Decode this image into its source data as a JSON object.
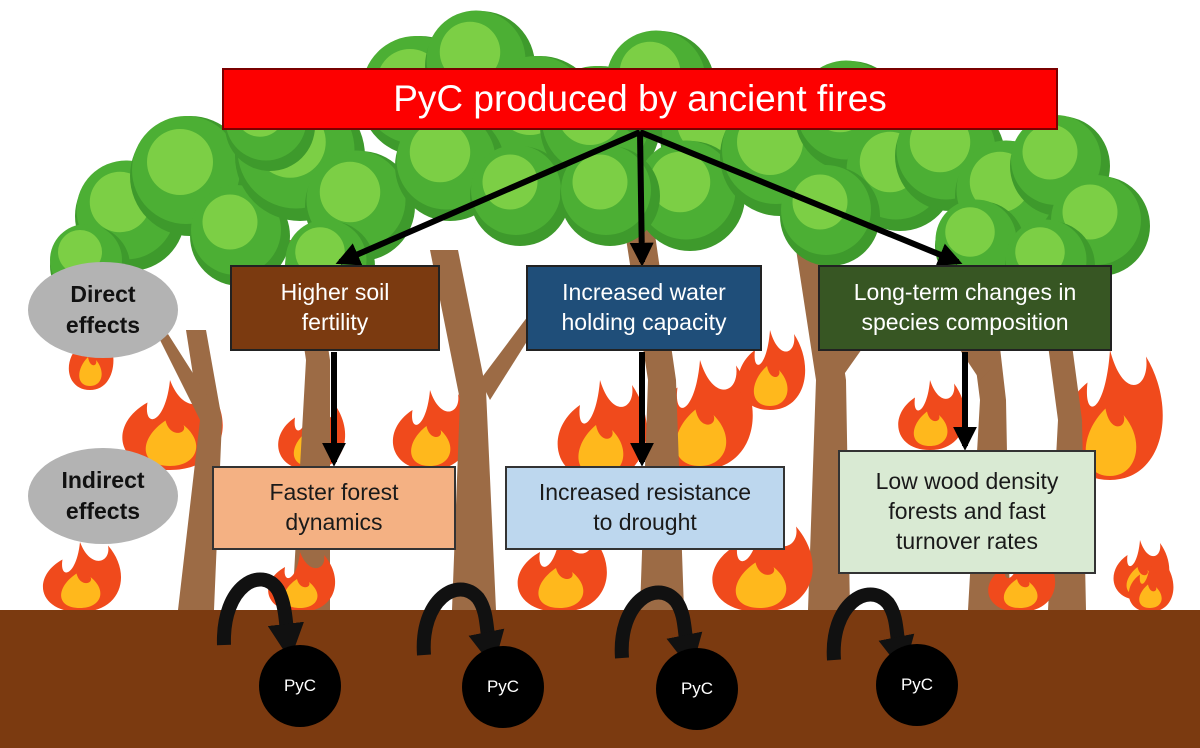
{
  "title": "PyC produced by ancient fires",
  "row_labels": {
    "direct": "Direct\neffects",
    "indirect": "Indirect\neffects"
  },
  "direct_effects": [
    {
      "label": "Higher soil\nfertility",
      "color": "#7b3a10"
    },
    {
      "label": "Increased water\nholding capacity",
      "color": "#1f4e79"
    },
    {
      "label": "Long-term changes in\nspecies composition",
      "color": "#375623"
    }
  ],
  "indirect_effects": [
    {
      "label": "Faster forest\ndynamics",
      "color": "#f4b183"
    },
    {
      "label": "Increased resistance\nto drought",
      "color": "#bdd7ee"
    },
    {
      "label": "Low wood density\nforests and fast\nturnover rates",
      "color": "#d9ead3"
    }
  ],
  "pyc_label": "PyC",
  "colors": {
    "title_bg": "#fd0000",
    "soil": "#7b3a10",
    "foliage": "#4caf34",
    "trunk": "#9c6b45",
    "flame_outer": "#f04a1c",
    "flame_inner": "#ffb81c",
    "oval": "#b3b3b3"
  }
}
